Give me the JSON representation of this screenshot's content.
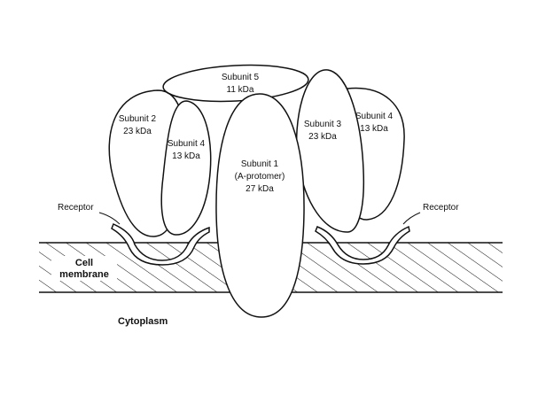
{
  "subunits": {
    "subunit5": {
      "name": "Subunit 5",
      "mass": "11 kDa"
    },
    "subunit2": {
      "name": "Subunit 2",
      "mass": "23 kDa"
    },
    "subunit4_left": {
      "name": "Subunit 4",
      "mass": "13 kDa"
    },
    "subunit1": {
      "name": "Subunit 1",
      "detail": "(A-protomer)",
      "mass": "27 kDa"
    },
    "subunit3": {
      "name": "Subunit 3",
      "mass": "23 kDa"
    },
    "subunit4_right": {
      "name": "Subunit 4",
      "mass": "13 kDa"
    }
  },
  "labels": {
    "receptor_left": "Receptor",
    "receptor_right": "Receptor",
    "membrane_line1": "Cell",
    "membrane_line2": "membrane",
    "cytoplasm": "Cytoplasm"
  },
  "colors": {
    "ink": "#111111",
    "background": "#ffffff"
  }
}
